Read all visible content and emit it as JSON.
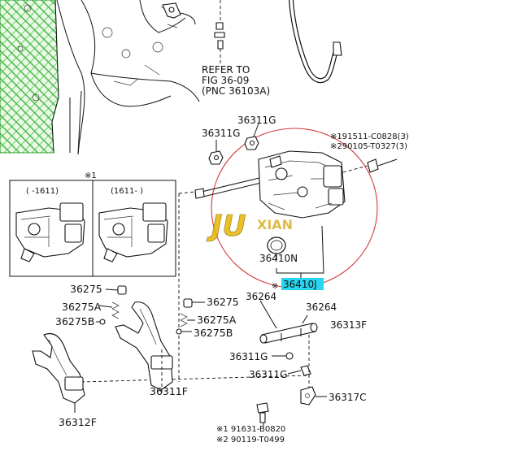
{
  "refer": {
    "line1": "REFER TO",
    "line2": "FIG 36-09",
    "line3": "(PNC 36103A)"
  },
  "labels": {
    "p36311G_top": "36311G",
    "p36311G_mid": "36311G",
    "p91511": "※191511-C0828(3)",
    "p90105": "※290105-T0327(3)",
    "inset_marker": "※1",
    "inset_left": "(      -1611)",
    "inset_right": "(1611-      )",
    "p36410N": "36410N",
    "p36410J": "36410J",
    "p36410J_prefix": "※",
    "p36264_a": "36264",
    "p36264_b": "36264",
    "p36313F": "36313F",
    "p36275_l": "36275",
    "p36275A_l": "36275A",
    "p36275B_l": "36275B",
    "p36275_r": "36275",
    "p36275A_r": "36275A",
    "p36275B_r": "36275B",
    "p36311G_b1": "36311G",
    "p36311G_b2": "36311G",
    "p36311F": "36311F",
    "p36312F": "36312F",
    "p36317C": "36317C",
    "p91631": "※1 91631-B0820",
    "p90119": "※2 90119-T0499"
  },
  "watermark": {
    "text1": "JU",
    "text2": "XIAN"
  },
  "colors": {
    "highlight": "#26d6f0",
    "hatch": "#2fb02f",
    "circle": "#d23a3a",
    "watermark": "#e8b400"
  }
}
